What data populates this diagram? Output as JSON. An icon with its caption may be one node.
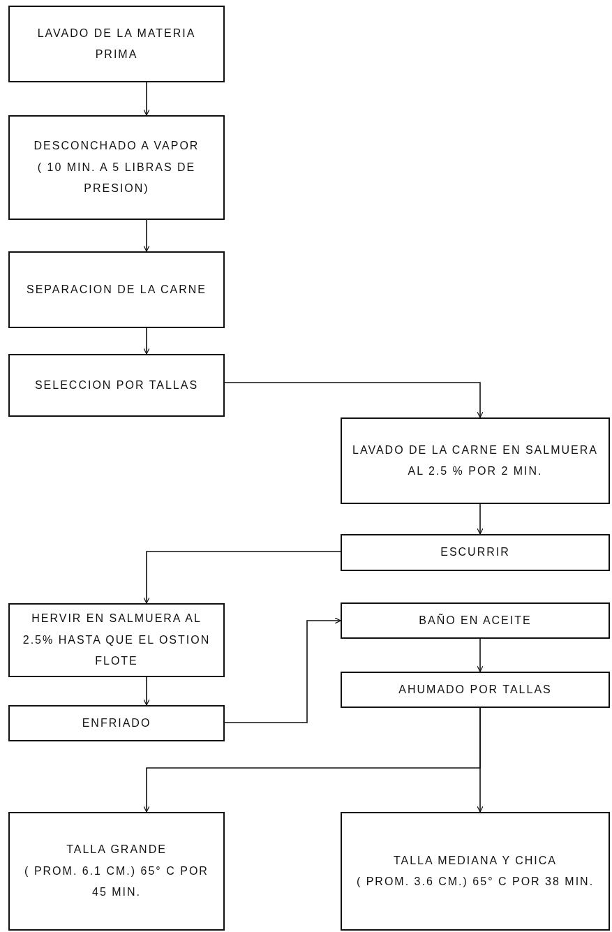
{
  "diagram": {
    "nodes": [
      {
        "text": [
          "LAVADO DE LA MATERIA PRIMA"
        ]
      },
      {
        "text": [
          "DESCONCHADO A VAPOR",
          "( 10 MIN. A 5 LIBRAS DE PRESION)"
        ]
      },
      {
        "text": [
          "SEPARACION DE LA CARNE"
        ]
      },
      {
        "text": [
          "SELECCION POR TALLAS"
        ]
      },
      {
        "text": [
          "LAVADO DE LA CARNE EN SALMUERA AL 2.5 % POR 2 MIN."
        ]
      },
      {
        "text": [
          "ESCURRIR"
        ]
      },
      {
        "text": [
          "HERVIR EN SALMUERA AL 2.5% HASTA QUE EL OSTION FLOTE"
        ]
      },
      {
        "text": [
          "ENFRIADO"
        ]
      },
      {
        "text": [
          "BAÑO EN ACEITE"
        ]
      },
      {
        "text": [
          "AHUMADO POR TALLAS"
        ]
      },
      {
        "text": [
          "TALLA GRANDE",
          "( PROM. 6.1 CM.) 65° C POR 45 MIN."
        ]
      },
      {
        "text": [
          "TALLA MEDIANA Y CHICA",
          "( PROM. 3.6 CM.) 65° C POR 38 MIN."
        ]
      }
    ],
    "edges": [
      {
        "from": 0,
        "to": 1,
        "arrow": "to"
      },
      {
        "from": 1,
        "to": 2,
        "arrow": "to"
      },
      {
        "from": 2,
        "to": 3,
        "arrow": "to"
      },
      {
        "from": 3,
        "to": 4,
        "arrow": "to"
      },
      {
        "from": 4,
        "to": 5,
        "arrow": "to"
      },
      {
        "from": 5,
        "to": 6,
        "arrow": "to"
      },
      {
        "from": 6,
        "to": 7,
        "arrow": "to"
      },
      {
        "from": 7,
        "to": 8,
        "arrow": "to"
      },
      {
        "from": 8,
        "to": 9,
        "arrow": "to"
      },
      {
        "from": 9,
        "to": 10,
        "arrow": "to"
      },
      {
        "from": 9,
        "to": 11,
        "arrow": "to"
      }
    ]
  }
}
